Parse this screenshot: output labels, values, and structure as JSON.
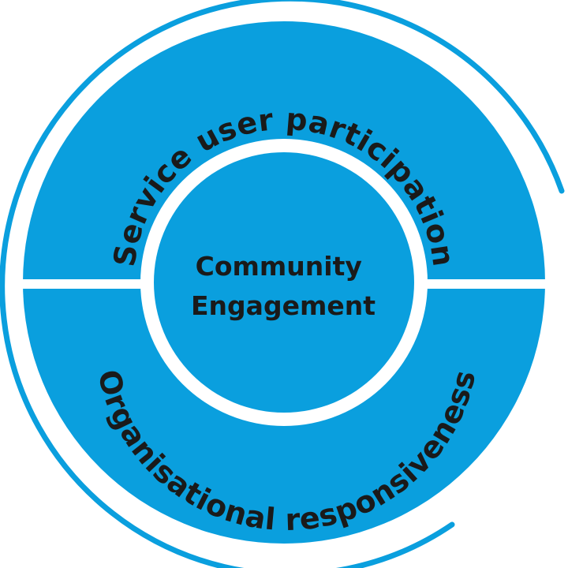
{
  "diagram": {
    "center": {
      "line1": "Community",
      "line2": "Engagement"
    },
    "upper_ring_label": "Service user participation",
    "lower_ring_label": "Organisational responsiveness"
  },
  "colors": {
    "fill": "#0A9FDE",
    "text": "#1A1A1A",
    "background": "#FFFFFF"
  }
}
